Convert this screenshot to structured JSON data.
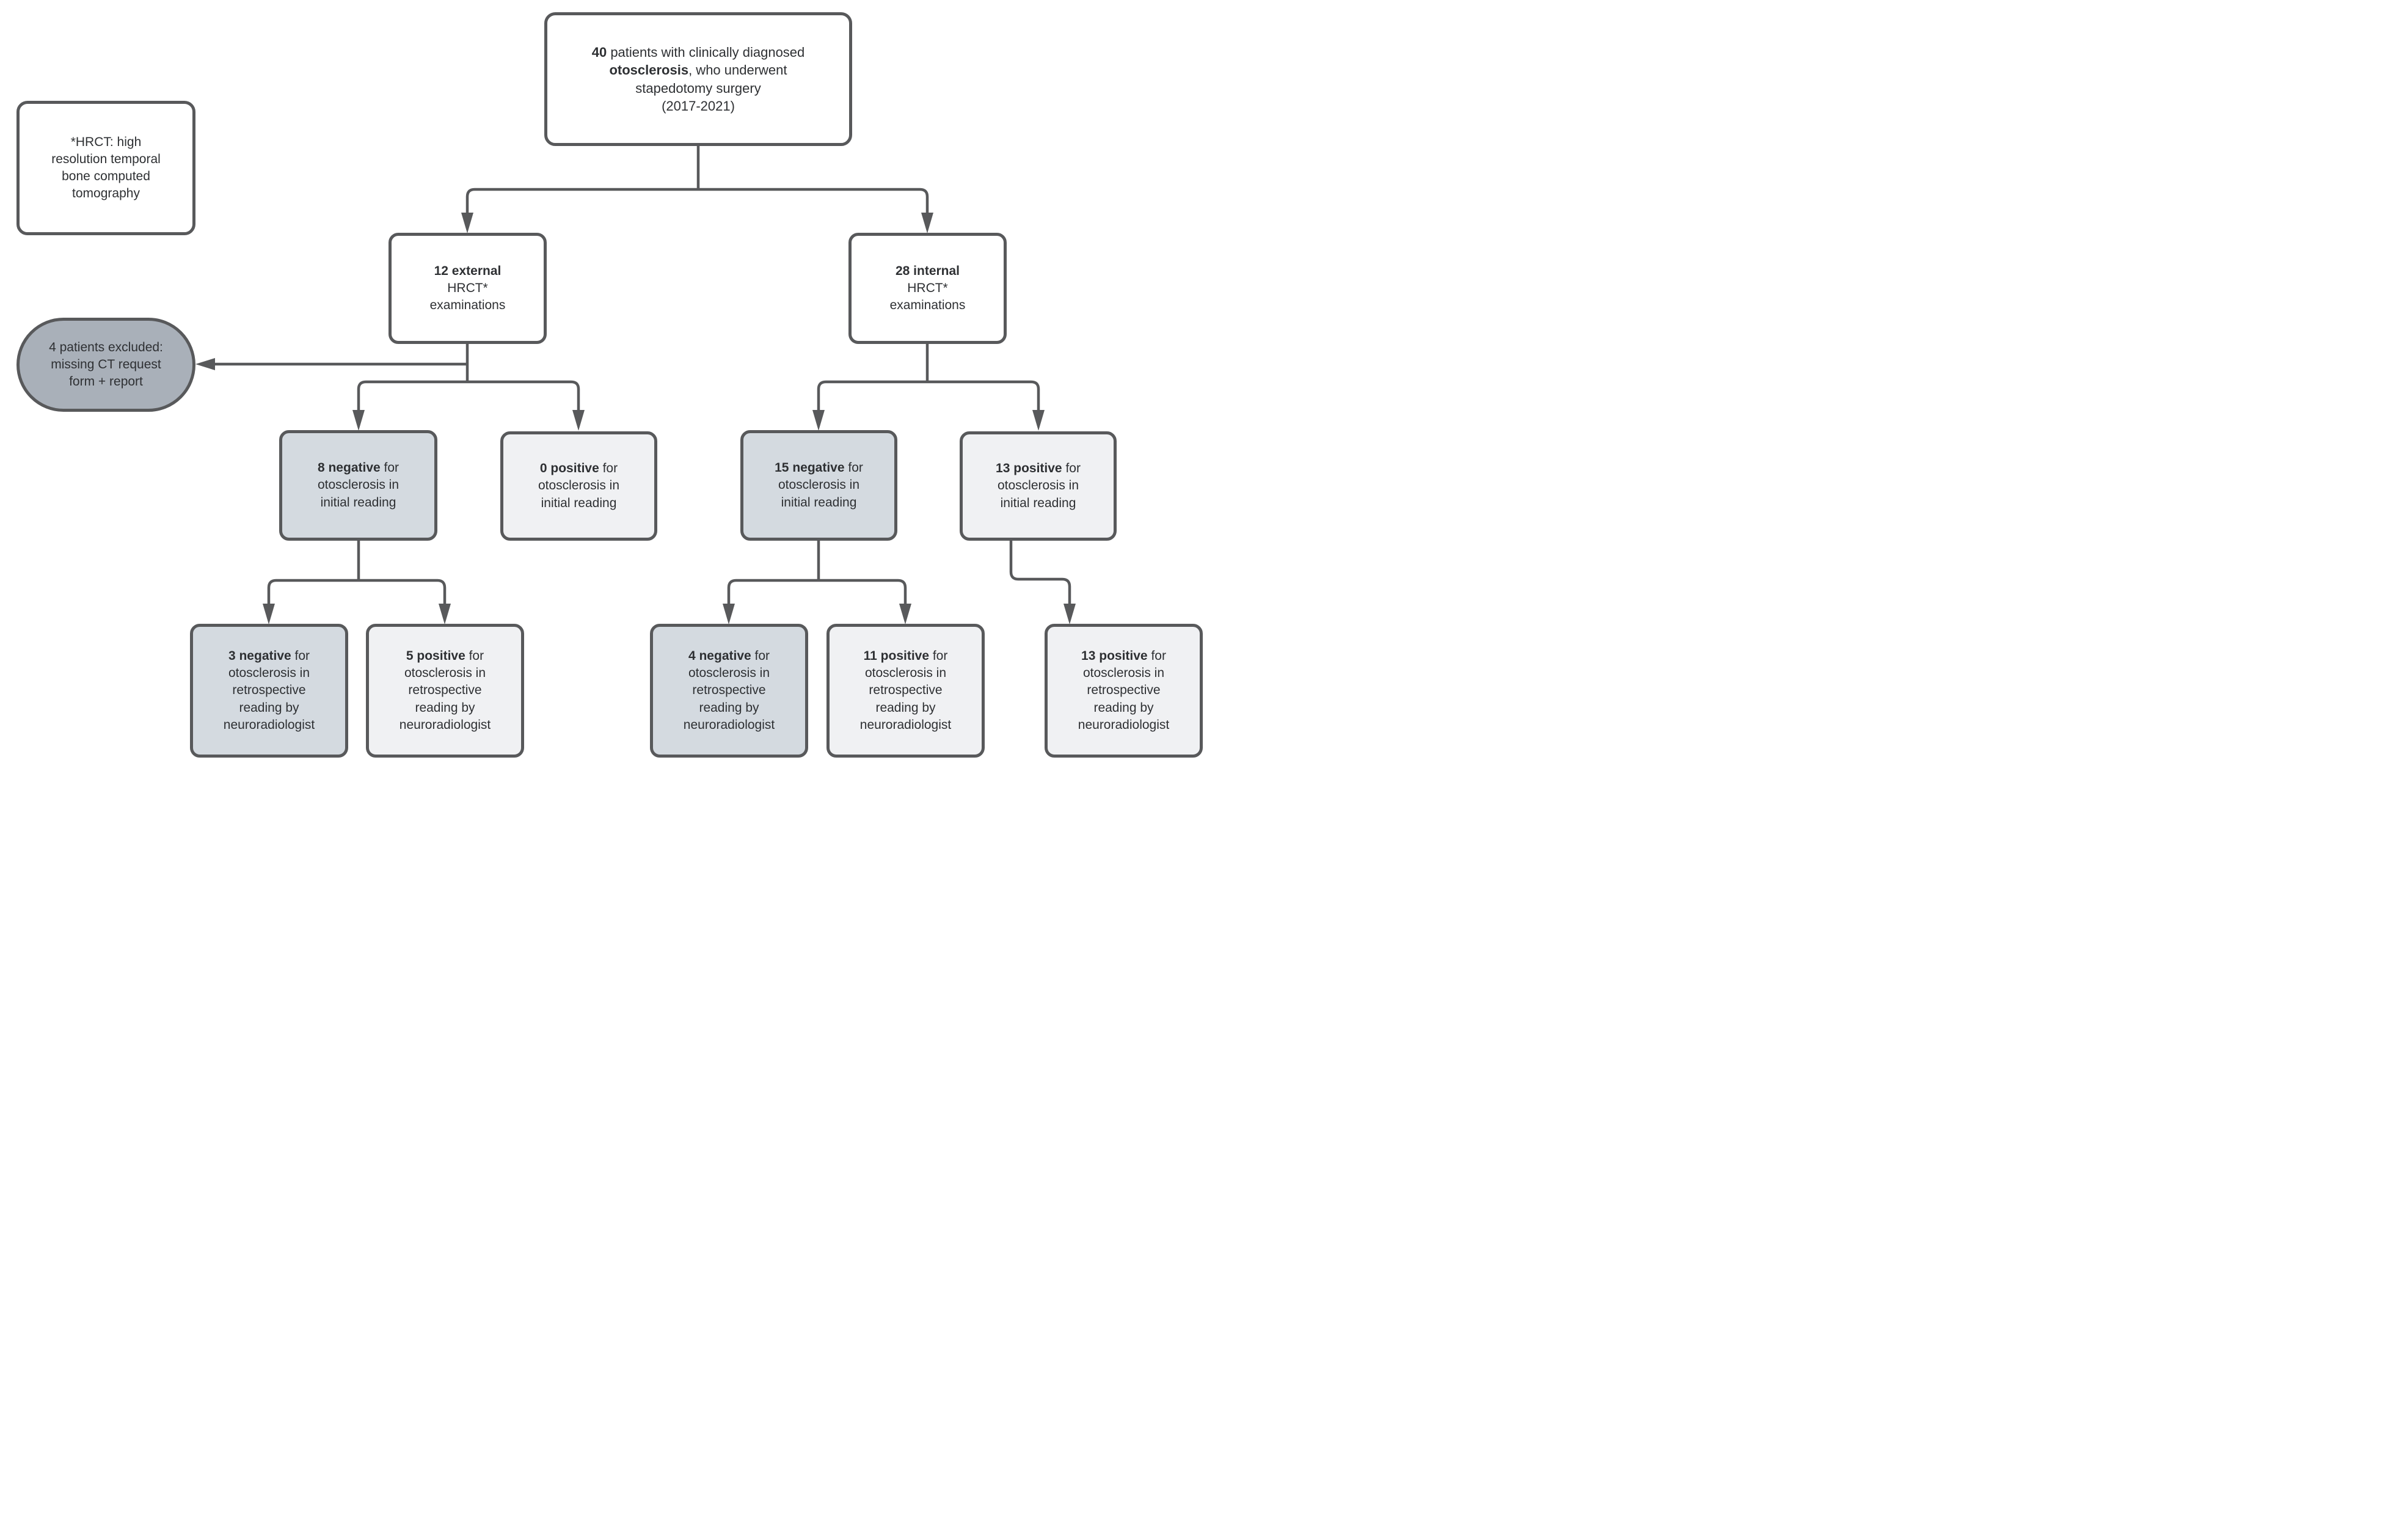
{
  "colors": {
    "line": "#58595b",
    "text": "#2e3033",
    "neg": "#d4dae0",
    "pos": "#f0f1f3",
    "excl": "#a9b0b9",
    "white": "#ffffff"
  },
  "root_box": {
    "bold1": "40",
    "rest1": " patients with clinically diagnosed",
    "bold2": "otosclerosis",
    "rest2": ", who underwent",
    "line3": "stapedotomy surgery",
    "line4": "(2017-2021)"
  },
  "note_box": {
    "lines": [
      "*HRCT: high",
      "resolution temporal",
      "bone computed",
      "tomography"
    ]
  },
  "excluded_box": {
    "lines": [
      "4 patients excluded:",
      "missing CT request",
      "form + report"
    ]
  },
  "external_box": {
    "bold": "12 external",
    "lines": [
      "HRCT*",
      "examinations"
    ]
  },
  "internal_box": {
    "bold": "28 internal",
    "lines": [
      "HRCT*",
      "examinations"
    ]
  },
  "initial_reading": {
    "external_negative": {
      "bold": "8 negative",
      "rest": " for",
      "lines": [
        "otosclerosis in",
        "initial reading"
      ]
    },
    "external_positive": {
      "bold": "0 positive",
      "rest": " for",
      "lines": [
        "otosclerosis in",
        "initial reading"
      ]
    },
    "internal_negative": {
      "bold": "15 negative",
      "rest": " for",
      "lines": [
        "otosclerosis in",
        "initial reading"
      ]
    },
    "internal_positive": {
      "bold": "13 positive",
      "rest": " for",
      "lines": [
        "otosclerosis in",
        "initial reading"
      ]
    }
  },
  "retrospective_reading": {
    "external_neg_negative": {
      "bold": "3 negative",
      "rest": " for",
      "lines": [
        "otosclerosis in",
        "retrospective",
        "reading by",
        "neuroradiologist"
      ]
    },
    "external_neg_positive": {
      "bold": "5 positive",
      "rest": " for",
      "lines": [
        "otosclerosis in",
        "retrospective",
        "reading by",
        "neuroradiologist"
      ]
    },
    "internal_neg_negative": {
      "bold": "4 negative",
      "rest": " for",
      "lines": [
        "otosclerosis in",
        "retrospective",
        "reading by",
        "neuroradiologist"
      ]
    },
    "internal_neg_positive": {
      "bold": "11 positive",
      "rest": " for",
      "lines": [
        "otosclerosis in",
        "retrospective",
        "reading by",
        "neuroradiologist"
      ]
    },
    "internal_pos_positive": {
      "bold": "13 positive",
      "rest": " for",
      "lines": [
        "otosclerosis in",
        "retrospective",
        "reading by",
        "neuroradiologist"
      ]
    }
  }
}
